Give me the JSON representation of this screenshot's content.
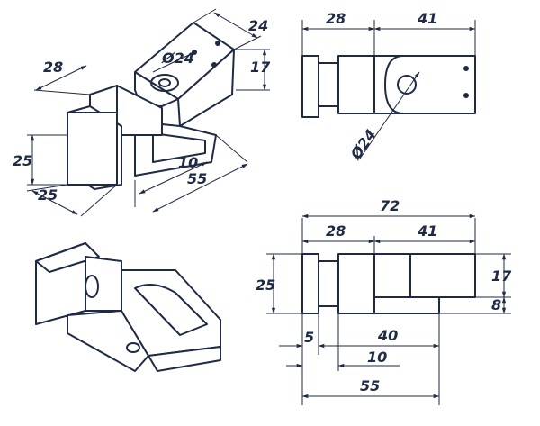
{
  "iso_top": {
    "dims": {
      "w24": "24",
      "h17": "17",
      "d28": "28",
      "dia24": "Ø24",
      "h25": "25",
      "w25": "25",
      "l10": "10",
      "l55": "55"
    }
  },
  "side_view": {
    "dims": {
      "d28": "28",
      "d41": "41",
      "dia24": "Ø24"
    }
  },
  "front_view": {
    "dims": {
      "d72": "72",
      "d28": "28",
      "d41": "41",
      "h25": "25",
      "h17": "17",
      "h8": "8",
      "d5": "5",
      "d40": "40",
      "d10": "10",
      "d55": "55"
    }
  },
  "iso_bottom": {}
}
